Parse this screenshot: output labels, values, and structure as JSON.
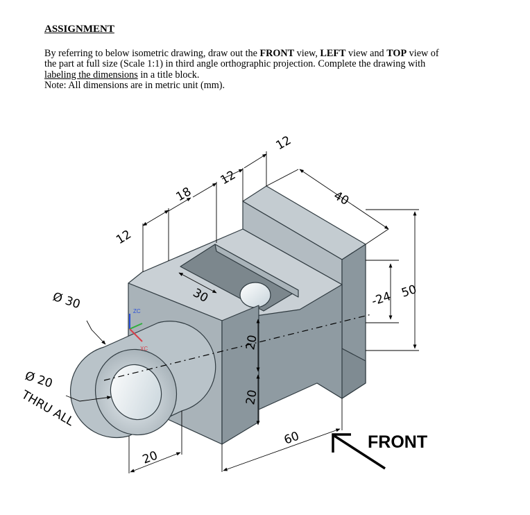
{
  "heading": "ASSIGNMENT",
  "instructions": {
    "p1": "By referring to below isometric drawing, draw out the ",
    "front": "FRONT",
    "p2": " view, ",
    "left": "LEFT",
    "p3": " view and ",
    "top": "TOP",
    "p4": " view of the part at full size (Scale 1:1) in third angle orthographic projection. Complete the drawing with ",
    "underlined": "labeling the dimensions",
    "p5": " in a title block.",
    "note": "Note: All dimensions are in metric unit (mm)."
  },
  "dimensions": {
    "d12_left": "12",
    "d18": "18",
    "d12_mid": "12",
    "d12_top": "12",
    "d40": "40",
    "d30_slot": "30",
    "d24": "-24",
    "d50": "50",
    "d20_upper": "20",
    "d20_lower": "20",
    "d60": "60",
    "d20_bottom": "20",
    "dia30": "Ø 30",
    "dia20": "Ø 20",
    "thru_all": "THRU ALL"
  },
  "axes": {
    "zc": "ZC",
    "xc": "XC"
  },
  "front_label": "FRONT",
  "colors": {
    "face_top": "#c4ccd1",
    "face_front": "#a9b3b9",
    "face_side": "#8b979e",
    "edge": "#2f3a40"
  }
}
